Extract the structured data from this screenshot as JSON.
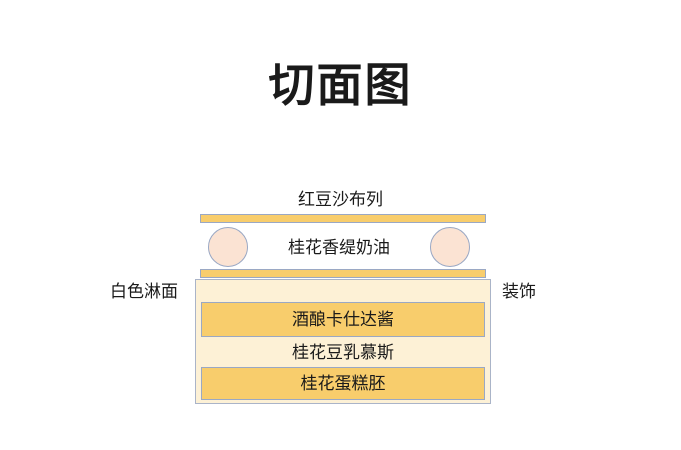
{
  "title": "切面图",
  "colors": {
    "gold": "#f8cd6c",
    "cream": "#fdf1d6",
    "red_bean": "#fbe3d3",
    "outline": "#9aa8c4"
  },
  "labels": {
    "top_decoration": "红豆沙布列",
    "filling": "桂花香缇奶油",
    "left_side": "白色淋面",
    "right_side": "装饰"
  },
  "layers": {
    "custard": "酒酿卡仕达酱",
    "mousse": "桂花豆乳慕斯",
    "cake_base": "桂花蛋糕胚"
  }
}
